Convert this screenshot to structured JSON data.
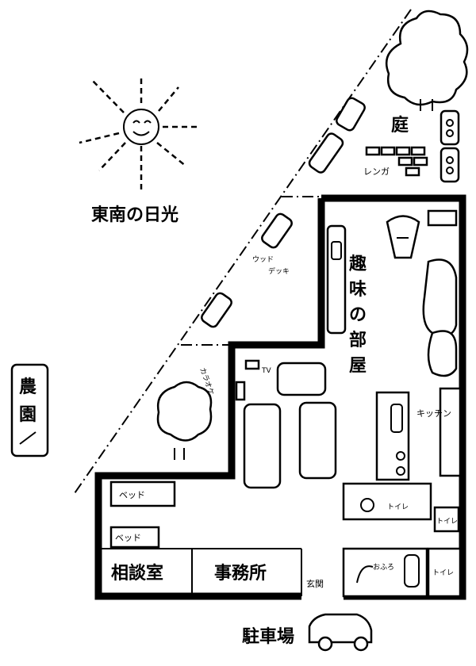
{
  "labels": {
    "sunlight": "東南の日光",
    "garden": "庭",
    "brick": "レンガ",
    "wood_deck": [
      "ウッド",
      "デッキ"
    ],
    "hobby_room": [
      "趣",
      "味",
      "の",
      "部",
      "屋"
    ],
    "karaoke": "カラオケ",
    "tv": "TV",
    "kitchen": "キッチン",
    "bed_1": "ベッド",
    "bed_2": "ベッド",
    "consultation_room": "相談室",
    "office": "事務所",
    "entrance": "玄関",
    "bath": "おふろ",
    "toilet_1": "トイレ",
    "toilet_2": "トイレ",
    "toilet_3": "トイレ",
    "parking": "駐車場",
    "farm": [
      "農",
      "園"
    ]
  }
}
